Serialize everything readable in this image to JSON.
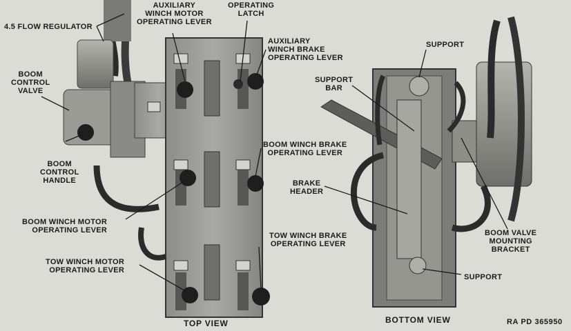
{
  "labels": {
    "flow_regulator": "4.5 FLOW REGULATOR",
    "aux_motor": [
      "AUXILIARY",
      "WINCH MOTOR",
      "OPERATING LEVER"
    ],
    "operating_latch": [
      "OPERATING",
      "LATCH"
    ],
    "aux_brake": [
      "AUXILIARY",
      "WINCH BRAKE",
      "OPERATING LEVER"
    ],
    "boom_control_valve": [
      "BOOM",
      "CONTROL",
      "VALVE"
    ],
    "boom_control_handle": [
      "BOOM",
      "CONTROL",
      "HANDLE"
    ],
    "boom_brake": [
      "BOOM WINCH BRAKE",
      "OPERATING LEVER"
    ],
    "boom_motor": [
      "BOOM WINCH MOTOR",
      "OPERATING LEVER"
    ],
    "tow_brake": [
      "TOW WINCH BRAKE",
      "OPERATING LEVER"
    ],
    "tow_motor": [
      "TOW WINCH MOTOR",
      "OPERATING LEVER"
    ],
    "support_top": "SUPPORT",
    "support_bar": [
      "SUPPORT",
      "BAR"
    ],
    "brake_header": [
      "BRAKE",
      "HEADER"
    ],
    "boom_valve_bracket": [
      "BOOM VALVE",
      "MOUNTING",
      "BRACKET"
    ],
    "support_bottom": "SUPPORT",
    "top_view": "TOP VIEW",
    "bottom_view": "BOTTOM VIEW",
    "figure_ref": "RA PD 365950"
  }
}
